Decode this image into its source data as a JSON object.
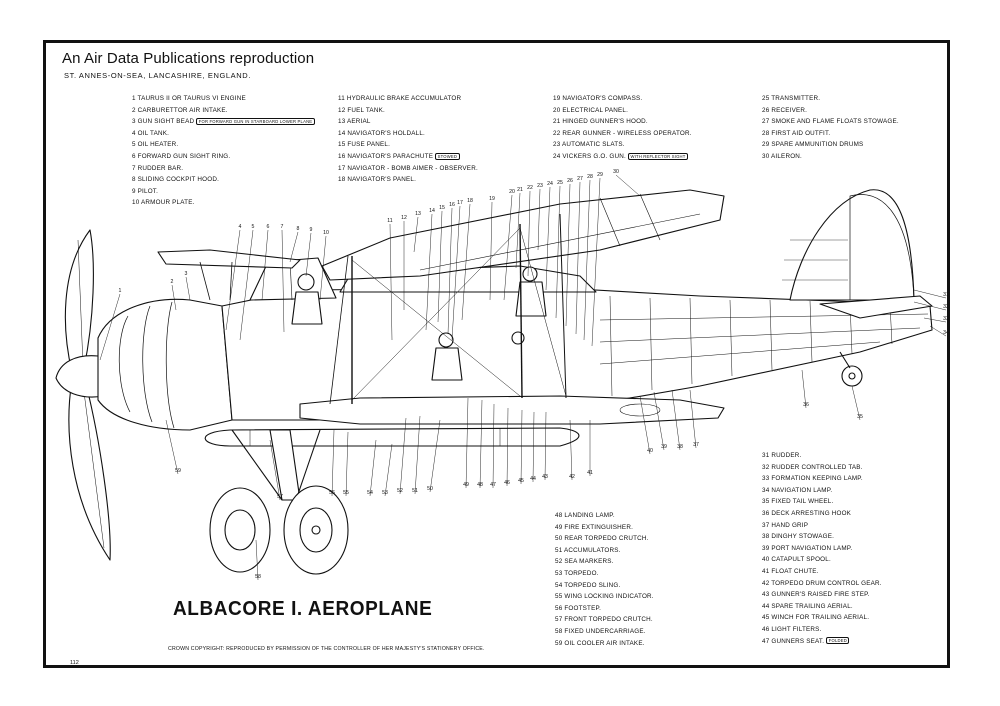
{
  "header": {
    "title": "An Air Data Publications reproduction",
    "subtitle": "ST. ANNES-ON-SEA, LANCASHIRE, ENGLAND."
  },
  "main_title": "ALBACORE I. AEROPLANE",
  "crown_copyright": "CROWN COPYRIGHT: REPRODUCED BY PERMISSION OF THE CONTROLLER OF HER MAJESTY'S STATIONERY OFFICE.",
  "page_number": "112",
  "legend_col1": [
    {
      "num": "1",
      "label": "TAURUS II OR TAURUS VI ENGINE"
    },
    {
      "num": "2",
      "label": "CARBURETTOR AIR INTAKE."
    },
    {
      "num": "3",
      "label": "GUN SIGHT BEAD",
      "note": "FOR FORWARD GUN IN STARBOARD LOWER PLANE"
    },
    {
      "num": "4",
      "label": "OIL TANK."
    },
    {
      "num": "5",
      "label": "OIL HEATER."
    },
    {
      "num": "6",
      "label": "FORWARD GUN SIGHT RING."
    },
    {
      "num": "7",
      "label": "RUDDER BAR."
    },
    {
      "num": "8",
      "label": "SLIDING COCKPIT HOOD."
    },
    {
      "num": "9",
      "label": "PILOT."
    },
    {
      "num": "10",
      "label": "ARMOUR PLATE."
    }
  ],
  "legend_col2": [
    {
      "num": "11",
      "label": "HYDRAULIC BRAKE ACCUMULATOR"
    },
    {
      "num": "12",
      "label": "FUEL TANK."
    },
    {
      "num": "13",
      "label": "AERIAL"
    },
    {
      "num": "14",
      "label": "NAVIGATOR'S HOLDALL."
    },
    {
      "num": "15",
      "label": "FUSE PANEL."
    },
    {
      "num": "16",
      "label": "NAVIGATOR'S PARACHUTE",
      "note": "STOWED"
    },
    {
      "num": "17",
      "label": "NAVIGATOR - BOMB AIMER - OBSERVER."
    },
    {
      "num": "18",
      "label": "NAVIGATOR'S PANEL."
    }
  ],
  "legend_col3": [
    {
      "num": "19",
      "label": "NAVIGATOR'S COMPASS."
    },
    {
      "num": "20",
      "label": "ELECTRICAL PANEL."
    },
    {
      "num": "21",
      "label": "HINGED GUNNER'S HOOD."
    },
    {
      "num": "22",
      "label": "REAR GUNNER - WIRELESS OPERATOR."
    },
    {
      "num": "23",
      "label": "AUTOMATIC SLATS."
    },
    {
      "num": "24",
      "label": "VICKERS G.O. GUN.",
      "note": "WITH REFLECTOR SIGHT"
    }
  ],
  "legend_col4": [
    {
      "num": "25",
      "label": "TRANSMITTER."
    },
    {
      "num": "26",
      "label": "RECEIVER."
    },
    {
      "num": "27",
      "label": "SMOKE AND FLAME FLOATS STOWAGE."
    },
    {
      "num": "28",
      "label": "FIRST AID OUTFIT."
    },
    {
      "num": "29",
      "label": "SPARE AMMUNITION DRUMS"
    },
    {
      "num": "30",
      "label": "AILERON."
    }
  ],
  "legend_col5": [
    {
      "num": "31",
      "label": "RUDDER."
    },
    {
      "num": "32",
      "label": "RUDDER CONTROLLED TAB."
    },
    {
      "num": "33",
      "label": "FORMATION KEEPING LAMP."
    },
    {
      "num": "34",
      "label": "NAVIGATION LAMP."
    },
    {
      "num": "35",
      "label": "FIXED TAIL WHEEL."
    },
    {
      "num": "36",
      "label": "DECK ARRESTING HOOK"
    },
    {
      "num": "37",
      "label": "HAND GRIP"
    },
    {
      "num": "38",
      "label": "DINGHY STOWAGE."
    },
    {
      "num": "39",
      "label": "PORT NAVIGATION LAMP."
    },
    {
      "num": "40",
      "label": "CATAPULT SPOOL."
    },
    {
      "num": "41",
      "label": "FLOAT CHUTE."
    },
    {
      "num": "42",
      "label": "TORPEDO DRUM CONTROL GEAR."
    },
    {
      "num": "43",
      "label": "GUNNER'S RAISED FIRE STEP."
    },
    {
      "num": "44",
      "label": "SPARE TRAILING AERIAL."
    },
    {
      "num": "45",
      "label": "WINCH FOR TRAILING AERIAL."
    },
    {
      "num": "46",
      "label": "LIGHT FILTERS."
    },
    {
      "num": "47",
      "label": "GUNNERS SEAT.",
      "note": "FOLDED"
    }
  ],
  "legend_col6": [
    {
      "num": "48",
      "label": "LANDING LAMP."
    },
    {
      "num": "49",
      "label": "FIRE EXTINGUISHER."
    },
    {
      "num": "50",
      "label": "REAR TORPEDO CRUTCH."
    },
    {
      "num": "51",
      "label": "ACCUMULATORS."
    },
    {
      "num": "52",
      "label": "SEA MARKERS."
    },
    {
      "num": "53",
      "label": "TORPEDO."
    },
    {
      "num": "54",
      "label": "TORPEDO SLING."
    },
    {
      "num": "55",
      "label": "WING LOCKING INDICATOR."
    },
    {
      "num": "56",
      "label": "FOOTSTEP."
    },
    {
      "num": "57",
      "label": "FRONT TORPEDO CRUTCH."
    },
    {
      "num": "58",
      "label": "FIXED UNDERCARRIAGE."
    },
    {
      "num": "59",
      "label": "OIL COOLER AIR INTAKE."
    }
  ],
  "callouts": [
    "1",
    "2",
    "3",
    "4",
    "5",
    "6",
    "7",
    "8",
    "9",
    "10",
    "11",
    "12",
    "13",
    "14",
    "15",
    "16",
    "17",
    "18",
    "19",
    "20",
    "21",
    "22",
    "23",
    "24",
    "25",
    "26",
    "27",
    "28",
    "29",
    "30",
    "31",
    "32",
    "33",
    "34",
    "35",
    "36",
    "37",
    "38",
    "39",
    "40",
    "41",
    "42",
    "43",
    "44",
    "45",
    "46",
    "47",
    "48",
    "49",
    "50",
    "51",
    "52",
    "53",
    "54",
    "55",
    "56",
    "57",
    "58",
    "59"
  ]
}
